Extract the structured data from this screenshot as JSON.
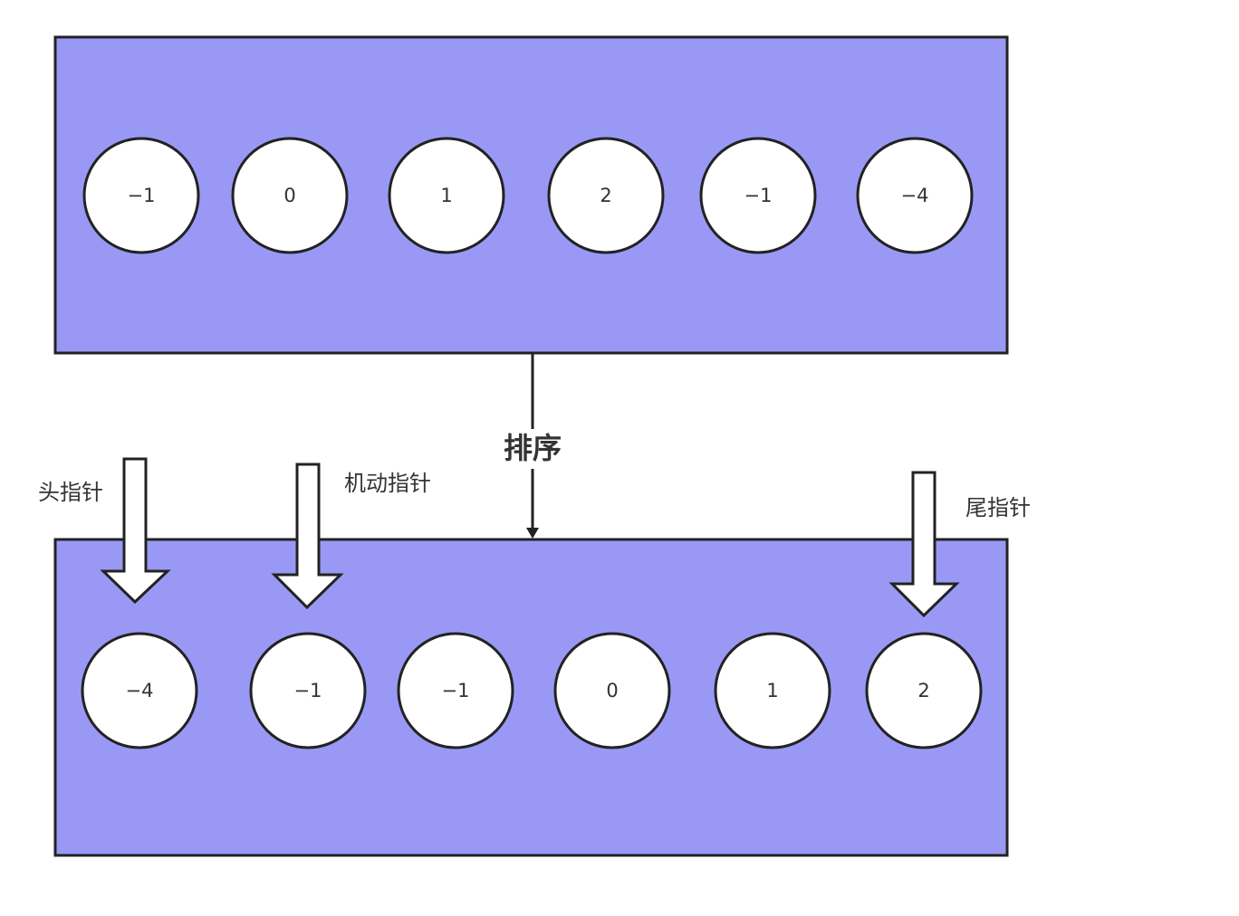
{
  "original_array": [
    "−1",
    "0",
    "1",
    "2",
    "−1",
    "−4"
  ],
  "sorted_array": [
    "−4",
    "−1",
    "−1",
    "0",
    "1",
    "2"
  ],
  "arrow_label": "排序",
  "pointers": {
    "head": "头指针",
    "moving": "机动指针",
    "tail": "尾指针"
  },
  "colors": {
    "array_fill": "#9999f5",
    "cell_fill": "#ffffff",
    "stroke": "#222222",
    "pointer_fill": "#ffffff"
  }
}
